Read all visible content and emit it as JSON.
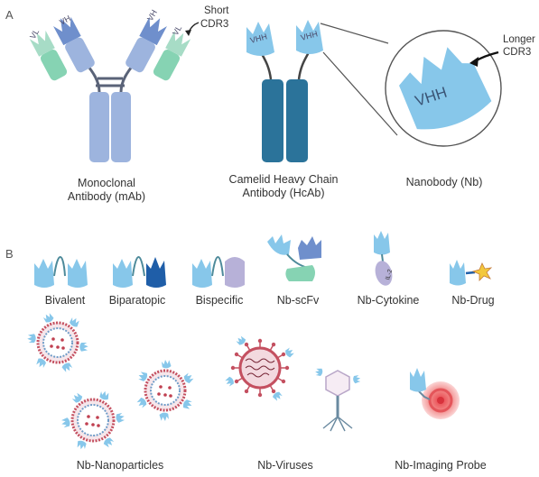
{
  "panels": {
    "a": "A",
    "b": "B"
  },
  "panel_a": {
    "mab": {
      "caption_line1": "Monoclonal",
      "caption_line2": "Antibody (mAb)",
      "vh_label": "VH",
      "vl_label": "VL",
      "cdr_note_line1": "Short",
      "cdr_note_line2": "CDR3"
    },
    "hcab": {
      "caption_line1": "Camelid Heavy Chain",
      "caption_line2": "Antibody (HcAb)",
      "vhh_label": "VHH"
    },
    "nb": {
      "caption": "Nanobody (Nb)",
      "vhh_label": "VHH",
      "cdr_note_line1": "Longer",
      "cdr_note_line2": "CDR3"
    }
  },
  "panel_b": {
    "formats": [
      "Bivalent",
      "Biparatopic",
      "Bispecific",
      "Nb-scFv",
      "Nb-Cytokine",
      "Nb-Drug"
    ],
    "cytokine_label": "IL-2",
    "conjugates": [
      "Nb-Nanoparticles",
      "Nb-Viruses",
      "Nb-Imaging Probe"
    ]
  },
  "colors": {
    "light_blue": "#87c7ea",
    "heavy_blue": "#9db4de",
    "light_chain_green": "#86d3b3",
    "hcab_dark_teal": "#2b739a",
    "dark_blue": "#1f5ea8",
    "lilac": "#b7b1d8",
    "nanoparticle_red": "#c45060",
    "imaging_red": "#ee6b6b"
  }
}
